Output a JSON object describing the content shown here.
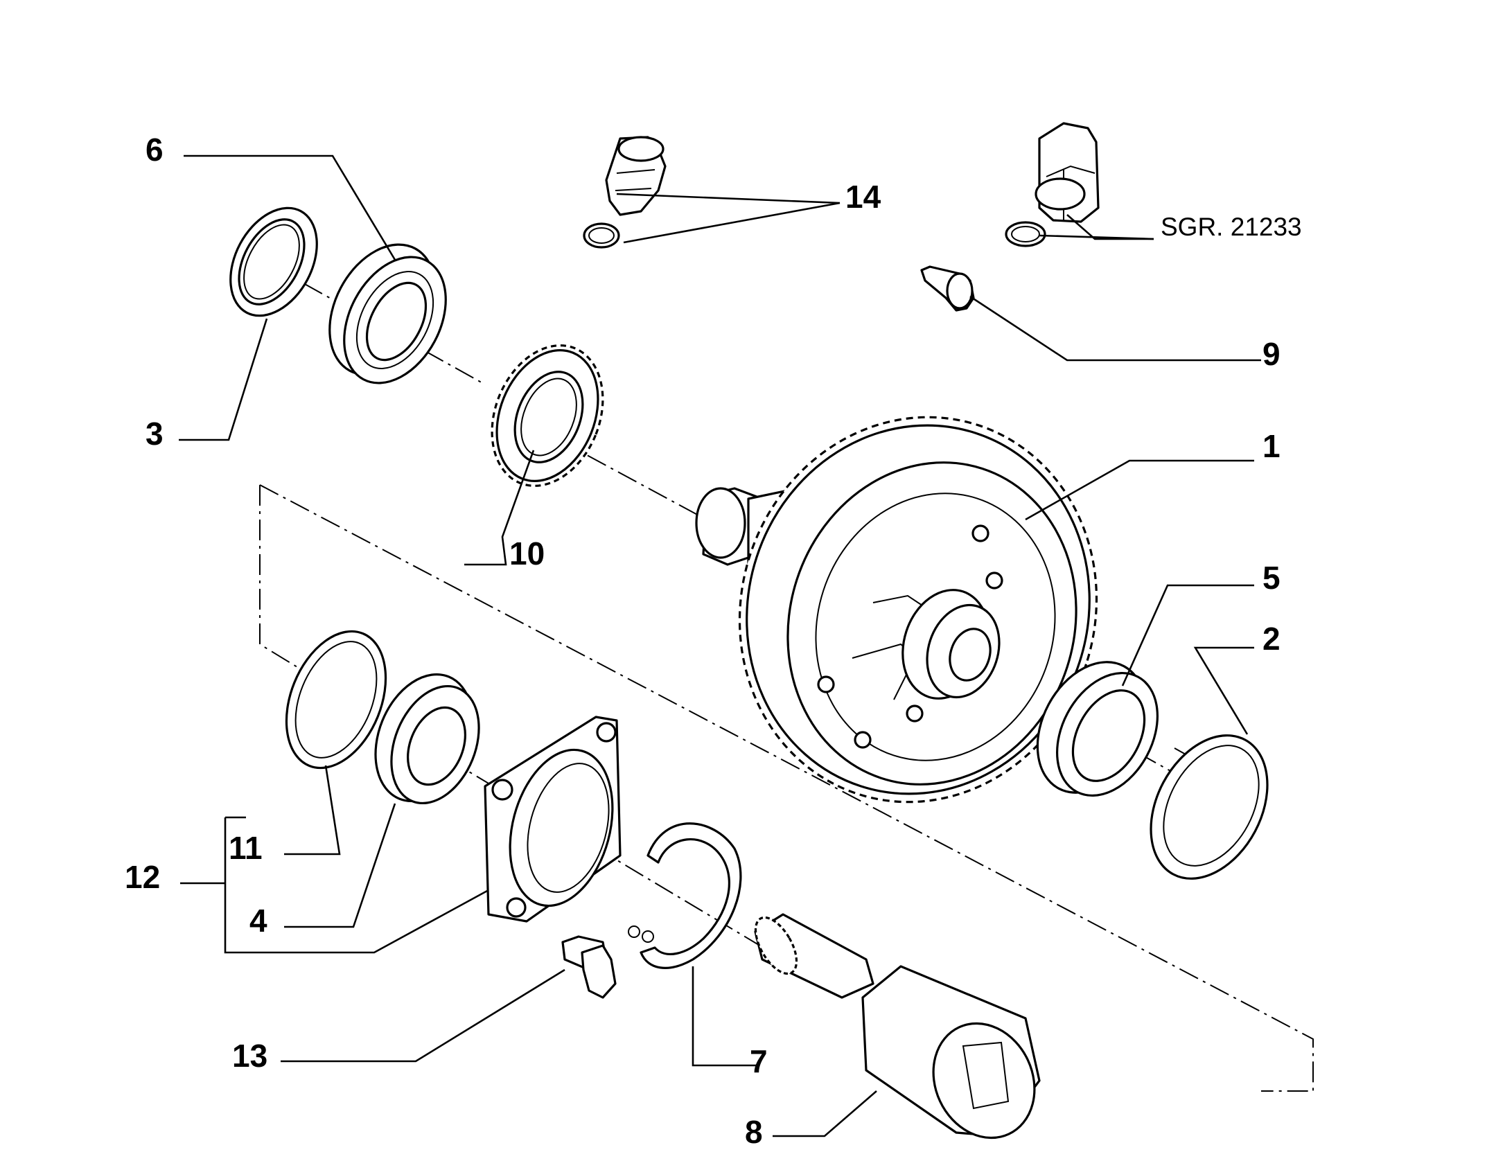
{
  "callouts": {
    "c1": "1",
    "c2": "2",
    "c3": "3",
    "c4": "4",
    "c5": "5",
    "c6": "6",
    "c7": "7",
    "c8": "8",
    "c9": "9",
    "c10": "10",
    "c11": "11",
    "c12": "12",
    "c13": "13",
    "c14": "14"
  },
  "reference": "SGR. 21233"
}
